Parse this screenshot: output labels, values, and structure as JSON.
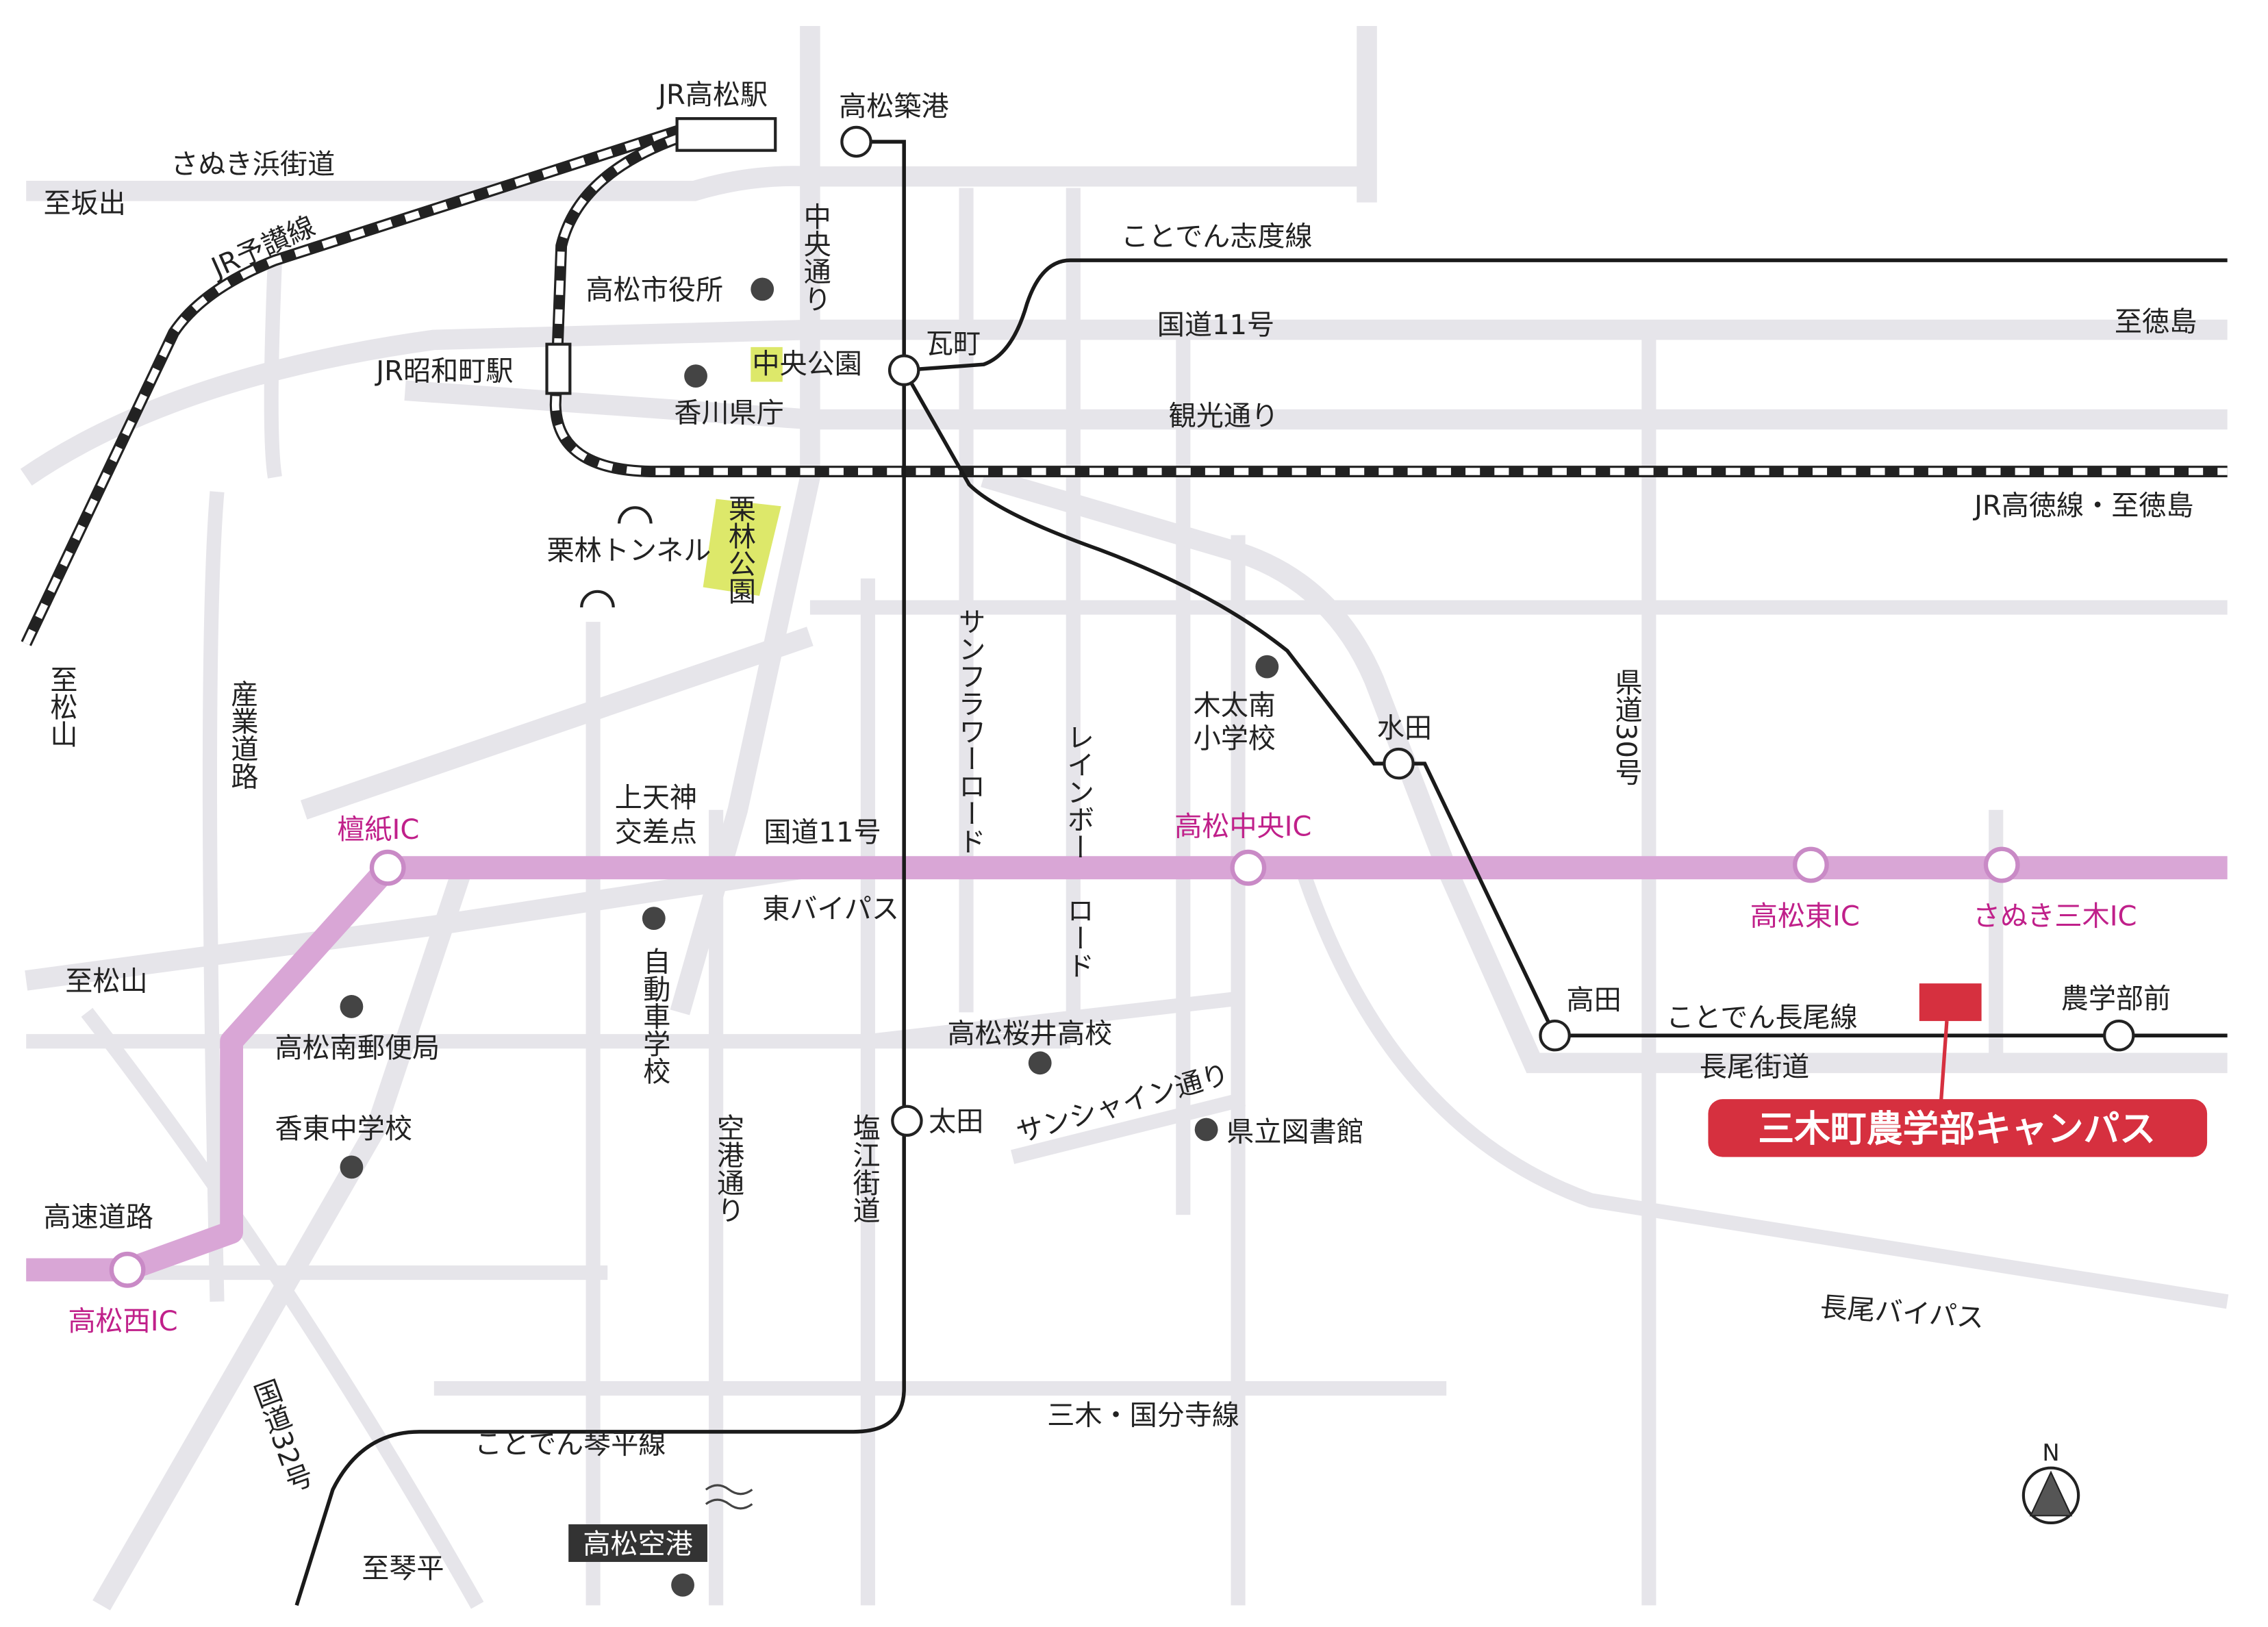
{
  "colors": {
    "road": "#e6e5ea",
    "expressway": "#d9a6d6",
    "ic_label": "#c0208a",
    "campus": "#d6303f",
    "park": "#dde86a"
  },
  "stations": {
    "jr_takamatsu": "JR高松駅",
    "takamatsu_chikko": "高松築港",
    "kawaramachi": "瓦町",
    "jr_showacho": "JR昭和町駅",
    "mizuta": "水田",
    "takata": "高田",
    "nogakubumae": "農学部前",
    "ota": "太田"
  },
  "lines": {
    "jr_yosan": "JR予讃線",
    "kotoden_shido": "ことでん志度線",
    "jr_kotoku": "JR高徳線・至徳島",
    "kotoden_nagao": "ことでん長尾線",
    "kotoden_kotohira": "ことでん琴平線",
    "expressway": "高速道路"
  },
  "roads": {
    "sanuki_hama": "さぬき浜街道",
    "chuo_dori": "中央通り",
    "route11_north": "国道11号",
    "kanko_dori": "観光通り",
    "sangyo_doro": "産業道路",
    "sunflower": "サンフラワーロード",
    "rainbow_1": "レインボー",
    "rainbow_2": "ロード",
    "kendo30": "県道30号",
    "route11_south": "国道11号",
    "higashi_bypass": "東バイパス",
    "nagao_kaido": "長尾街道",
    "sunshine": "サンシャイン通り",
    "kuko_dori": "空港通り",
    "shionoe": "塩江街道",
    "nagao_bypass": "長尾バイパス",
    "miki_kokubunji": "三木・国分寺線",
    "route32": "国道32号"
  },
  "directions": {
    "sakaide": "至坂出",
    "tokushima": "至徳島",
    "matsuyama_1": "至松山",
    "matsuyama_2": "至松山",
    "kotohira": "至琴平"
  },
  "ics": {
    "danshi": "檀紙IC",
    "chuo": "高松中央IC",
    "higashi": "高松東IC",
    "sanuki_miki": "さぬき三木IC",
    "nishi": "高松西IC"
  },
  "places": {
    "city_hall": "高松市役所",
    "chuo_park": "中央公園",
    "pref_office": "香川県庁",
    "ritsurin_tunnel": "栗林トンネル",
    "ritsurin_park": "栗林公園",
    "kita_minami_1": "木太南",
    "kita_minami_2": "小学校",
    "kamitenjin_1": "上天神",
    "kamitenjin_2": "交差点",
    "driving_school": "自動車学校",
    "post_office": "高松南郵便局",
    "sakurai_hs": "高松桜井高校",
    "library": "県立図書館",
    "kotobu_jhs": "香東中学校",
    "airport": "高松空港"
  },
  "campus": {
    "label": "三木町農学部キャンパス"
  },
  "compass": {
    "north": "N"
  }
}
